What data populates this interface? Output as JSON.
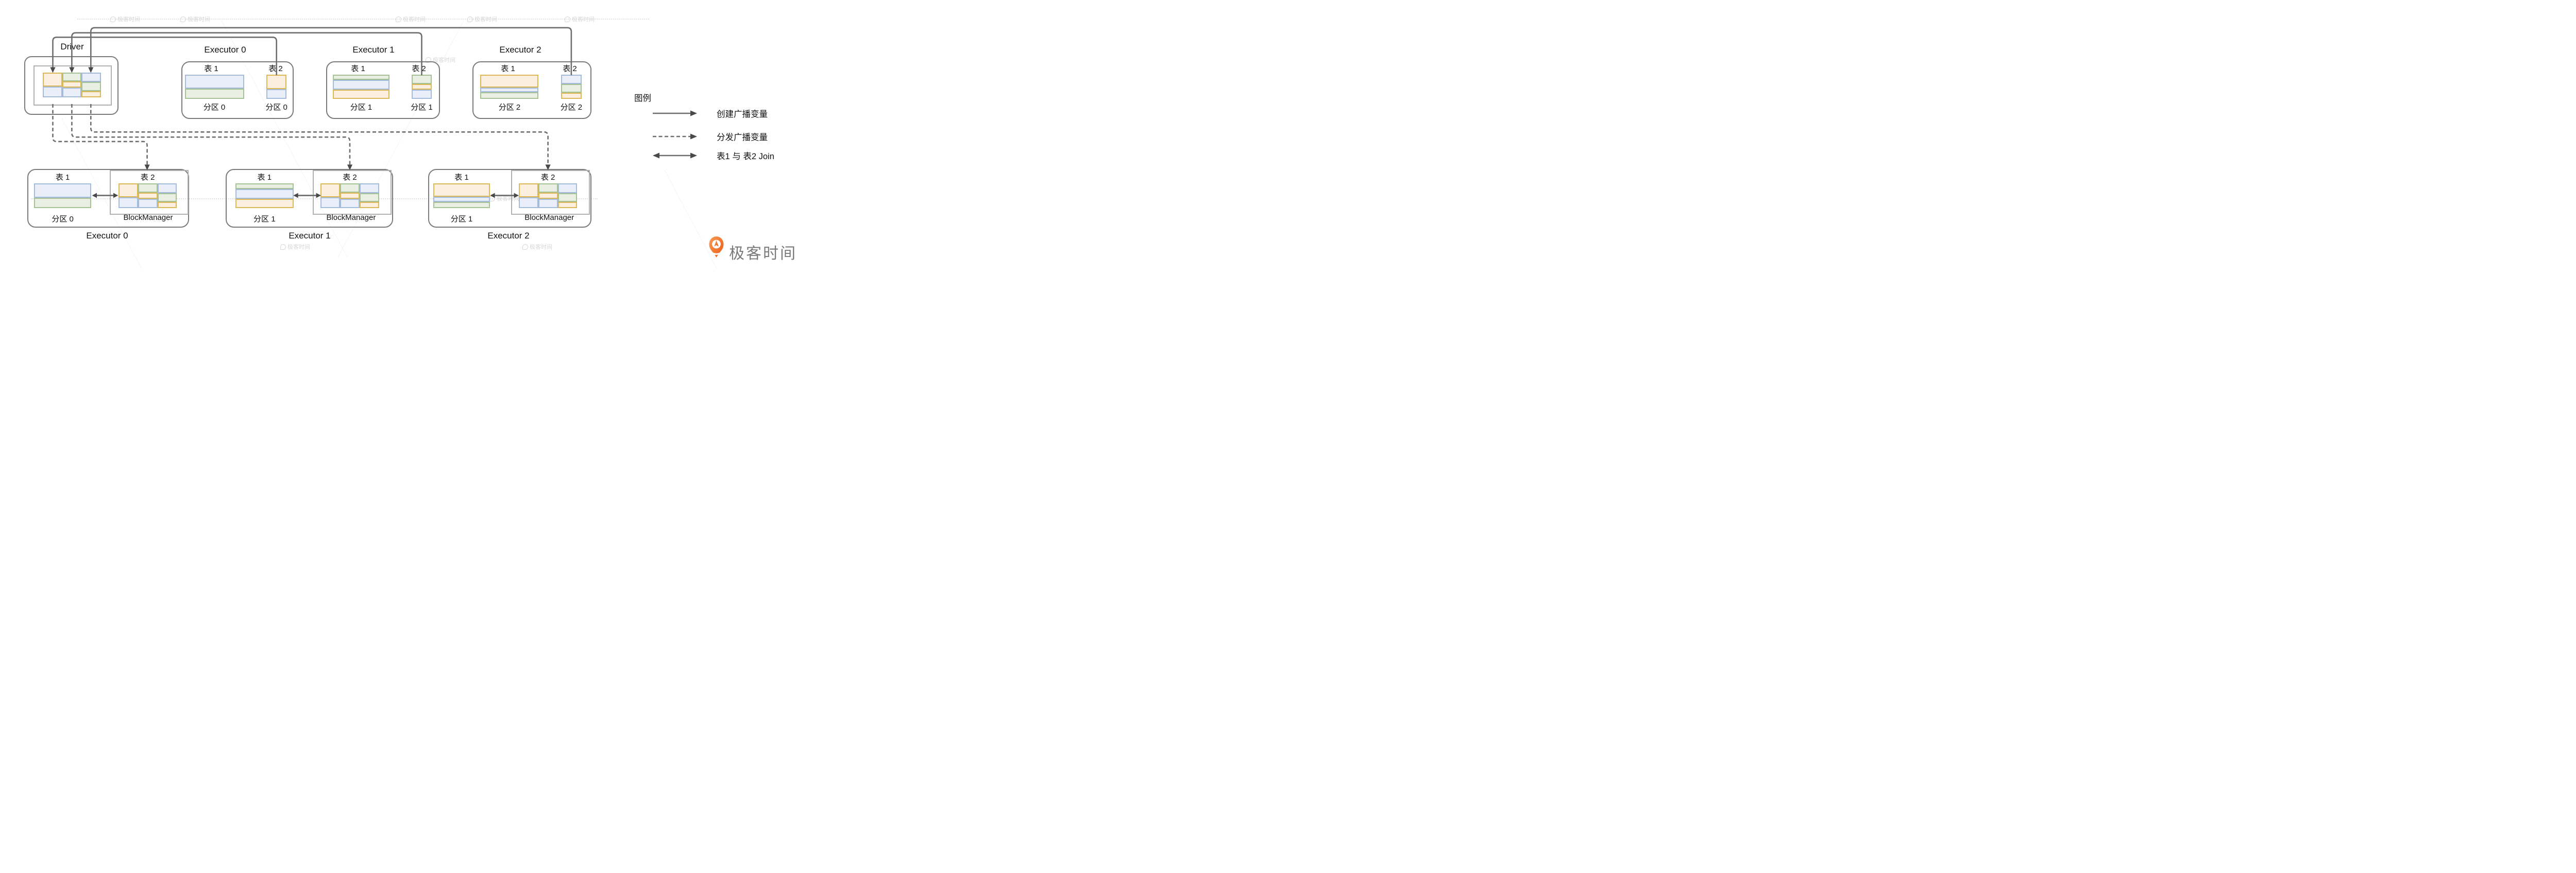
{
  "palette": {
    "orange": {
      "fill": "#fcefe0",
      "border": "#dcb857"
    },
    "green": {
      "fill": "#e9f0e3",
      "border": "#a6c295"
    },
    "blue": {
      "fill": "#e9eef9",
      "border": "#a5bbdb"
    },
    "line_gray": "#6e6e6e",
    "arrowhead_gray": "#494949",
    "box_border_gray": "#7a7a7a",
    "panel_border_gray": "#b0b0b0",
    "logo_orange": "#ee6616",
    "logo_text_gray": "#7a7a7a"
  },
  "broadcast_variable": {
    "columns": [
      [
        {
          "c": "orange",
          "h": 58
        },
        {
          "c": "blue",
          "h": 42
        }
      ],
      [
        {
          "c": "green",
          "h": 38
        },
        {
          "c": "orange",
          "h": 21
        },
        {
          "c": "blue",
          "h": 41
        }
      ],
      [
        {
          "c": "blue",
          "h": 40
        },
        {
          "c": "green",
          "h": 38
        },
        {
          "c": "orange",
          "h": 22
        }
      ]
    ]
  },
  "driver": {
    "title": "Driver"
  },
  "top_executors": [
    {
      "title": "Executor 0",
      "table1": {
        "label": "表 1",
        "partition": "分区 0",
        "stack": [
          {
            "c": "blue",
            "h": 60
          },
          {
            "c": "green",
            "h": 40
          }
        ]
      },
      "table2": {
        "label": "表 2",
        "partition": "分区 0",
        "stack": [
          {
            "c": "orange",
            "h": 62
          },
          {
            "c": "blue",
            "h": 38
          }
        ]
      }
    },
    {
      "title": "Executor 1",
      "table1": {
        "label": "表 1",
        "partition": "分区 1",
        "stack": [
          {
            "c": "green",
            "h": 18
          },
          {
            "c": "blue",
            "h": 43
          },
          {
            "c": "orange",
            "h": 39
          }
        ]
      },
      "table2": {
        "label": "表 2",
        "partition": "分区 1",
        "stack": [
          {
            "c": "green",
            "h": 40
          },
          {
            "c": "orange",
            "h": 21
          },
          {
            "c": "blue",
            "h": 39
          }
        ]
      }
    },
    {
      "title": "Executor 2",
      "table1": {
        "label": "表 1",
        "partition": "分区 2",
        "stack": [
          {
            "c": "orange",
            "h": 59
          },
          {
            "c": "blue",
            "h": 16
          },
          {
            "c": "green",
            "h": 25
          }
        ]
      },
      "table2": {
        "label": "表 2",
        "partition": "分区 2",
        "stack": [
          {
            "c": "blue",
            "h": 40
          },
          {
            "c": "green",
            "h": 37
          },
          {
            "c": "orange",
            "h": 23
          }
        ]
      }
    }
  ],
  "bottom_executors": [
    {
      "title": "Executor 0",
      "table1": {
        "label": "表 1",
        "partition": "分区 0",
        "stack": [
          {
            "c": "blue",
            "h": 59
          },
          {
            "c": "green",
            "h": 41
          }
        ]
      },
      "block_manager": {
        "label": "BlockManager",
        "table2_label": "表 2"
      }
    },
    {
      "title": "Executor 1",
      "table1": {
        "label": "表 1",
        "partition": "分区 1",
        "stack": [
          {
            "c": "green",
            "h": 18
          },
          {
            "c": "blue",
            "h": 43
          },
          {
            "c": "orange",
            "h": 39
          }
        ]
      },
      "block_manager": {
        "label": "BlockManager",
        "table2_label": "表 2"
      }
    },
    {
      "title": "Executor 2",
      "table1": {
        "label": "表 1",
        "partition": "分区 1",
        "stack": [
          {
            "c": "orange",
            "h": 59
          },
          {
            "c": "blue",
            "h": 17
          },
          {
            "c": "green",
            "h": 24
          }
        ]
      },
      "block_manager": {
        "label": "BlockManager",
        "table2_label": "表 2"
      }
    }
  ],
  "legend": {
    "title": "图例",
    "items": [
      {
        "icon": "solid-arrow",
        "label": "创建广播变量"
      },
      {
        "icon": "dashed-arrow",
        "label": "分发广播变量"
      },
      {
        "icon": "double-arrow",
        "label": "表1 与 表2 Join"
      }
    ]
  },
  "logo": {
    "text": "极客时间"
  },
  "watermark": {
    "text": "极客时间"
  }
}
